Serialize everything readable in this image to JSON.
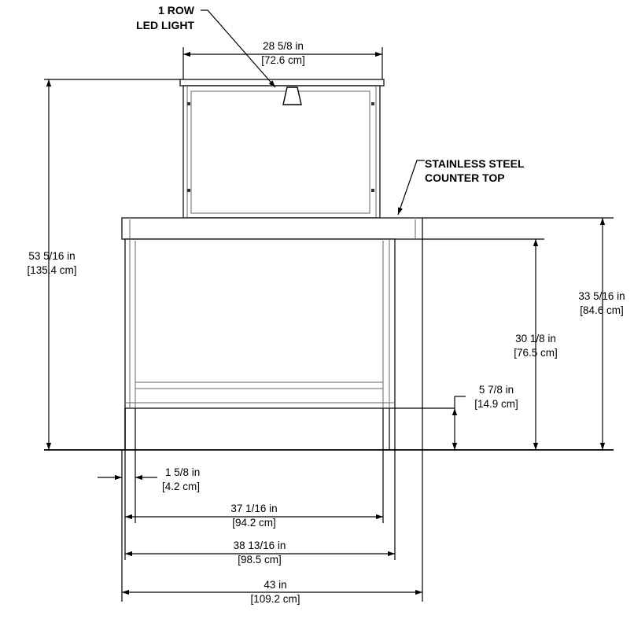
{
  "callouts": {
    "led_line1": "1 ROW",
    "led_line2": "LED LIGHT",
    "counter_line1": "STAINLESS STEEL",
    "counter_line2": "COUNTER TOP"
  },
  "dimensions": {
    "top_width_in": "28 5/8 in",
    "top_width_cm": "[72.6 cm]",
    "overall_height_in": "53 5/16 in",
    "overall_height_cm": "[135.4 cm]",
    "counter_height_in": "33 5/16 in",
    "counter_height_cm": "[84.6 cm]",
    "body_height_in": "30 1/8 in",
    "body_height_cm": "[76.5 cm]",
    "toe_height_in": "5 7/8 in",
    "toe_height_cm": "[14.9 cm]",
    "side_offset_in": "1 5/8 in",
    "side_offset_cm": "[4.2 cm]",
    "door_width_in": "37 1/16 in",
    "door_width_cm": "[94.2 cm]",
    "body_width_in": "38 13/16 in",
    "body_width_cm": "[98.5 cm]",
    "overall_width_in": "43 in",
    "overall_width_cm": "[109.2 cm]"
  }
}
